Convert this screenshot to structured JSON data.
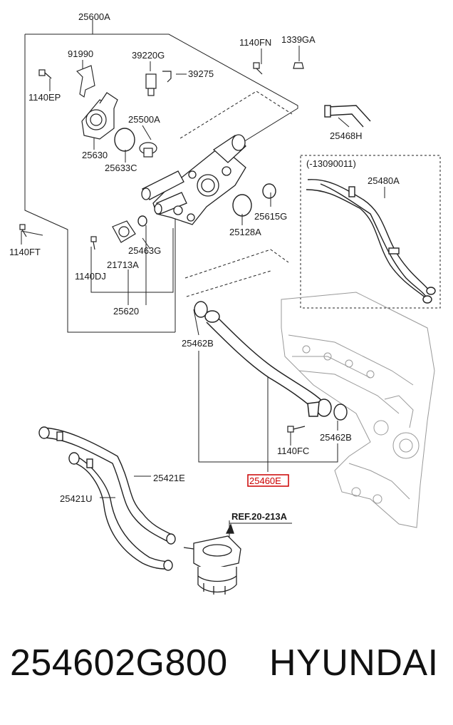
{
  "labels": {
    "l25600A": "25600A",
    "l91990": "91990",
    "l39220G": "39220G",
    "l39275": "39275",
    "l1140FN": "1140FN",
    "l1339GA": "1339GA",
    "l1140EP": "1140EP",
    "l25500A": "25500A",
    "l25630": "25630",
    "l25633C": "25633C",
    "l25468H": "25468H",
    "l13090011": "(-13090011)",
    "l25480A": "25480A",
    "l25615G": "25615G",
    "l25128A": "25128A",
    "l1140FT": "1140FT",
    "l25463G": "25463G",
    "l21713A": "21713A",
    "l1140DJ": "1140DJ",
    "l25620": "25620",
    "l25462B_1": "25462B",
    "l25462B_2": "25462B",
    "l1140FC": "1140FC",
    "l25460E": "25460E",
    "l25421E": "25421E",
    "l25421U": "25421U",
    "ref": "REF.20-213A"
  },
  "footer": {
    "part_number": "254602G800",
    "brand": "HYUNDAI"
  },
  "colors": {
    "line": "#222222",
    "highlight": "#cc0000",
    "engine": "#999999"
  }
}
